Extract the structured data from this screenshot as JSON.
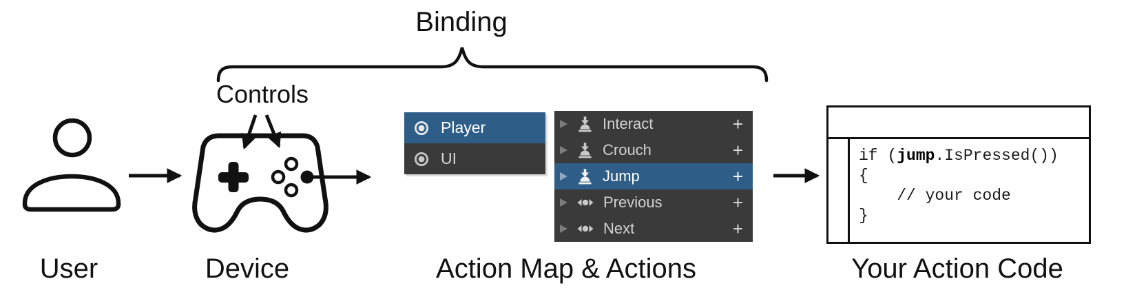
{
  "diagram": {
    "binding_label": "Binding",
    "controls_label": "Controls",
    "bottom_labels": {
      "user": "User",
      "device": "Device",
      "action_map": "Action Map & Actions",
      "action_code": "Your Action Code"
    }
  },
  "colors": {
    "selection_blue": "#2e5e88",
    "panel_dark": "#3a3a3a",
    "icon_gray": "#c9c9c9",
    "outline_black": "#111111"
  },
  "action_map_panel": {
    "items": [
      {
        "label": "Player",
        "icon": "action-map-icon",
        "selected": true
      },
      {
        "label": "UI",
        "icon": "action-map-icon",
        "selected": false
      }
    ]
  },
  "actions_panel": {
    "items": [
      {
        "label": "Interact",
        "icon": "button-action-icon",
        "expander_icon": "disclosure-triangle-icon",
        "add_label": "+",
        "selected": false
      },
      {
        "label": "Crouch",
        "icon": "button-action-icon",
        "expander_icon": "disclosure-triangle-icon",
        "add_label": "+",
        "selected": false
      },
      {
        "label": "Jump",
        "icon": "button-action-icon",
        "expander_icon": "disclosure-triangle-icon",
        "add_label": "+",
        "selected": true
      },
      {
        "label": "Previous",
        "icon": "axis-action-icon",
        "expander_icon": "disclosure-triangle-icon",
        "add_label": "+",
        "selected": false
      },
      {
        "label": "Next",
        "icon": "axis-action-icon",
        "expander_icon": "disclosure-triangle-icon",
        "add_label": "+",
        "selected": false
      }
    ]
  },
  "code_window": {
    "lines": [
      {
        "segments": [
          {
            "text": "if ("
          },
          {
            "text": "jump",
            "bold": true
          },
          {
            "text": ".IsPressed())"
          }
        ]
      },
      {
        "segments": [
          {
            "text": "{"
          }
        ]
      },
      {
        "segments": [
          {
            "text": "    // your code"
          }
        ]
      },
      {
        "segments": [
          {
            "text": "}"
          }
        ]
      }
    ]
  }
}
